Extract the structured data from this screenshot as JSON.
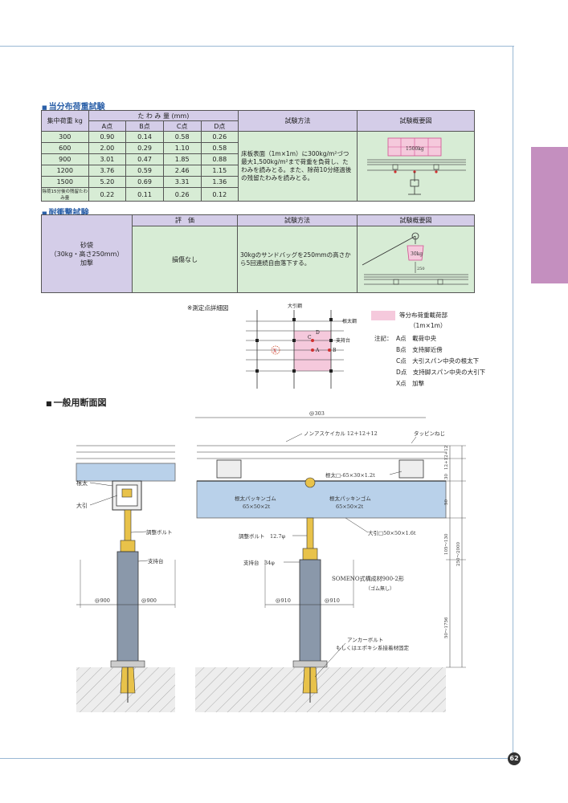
{
  "page_number": "62",
  "load_test": {
    "section_title": "当分布荷重試験",
    "col_load": "集中荷重 kg",
    "col_deflection": "た わ み 量 (mm)",
    "points": [
      "A点",
      "B点",
      "C点",
      "D点"
    ],
    "col_method": "試験方法",
    "col_diagram": "試験概要図",
    "rows": [
      {
        "load": "300",
        "a": "0.90",
        "b": "0.14",
        "c": "0.58",
        "d": "0.26"
      },
      {
        "load": "600",
        "a": "2.00",
        "b": "0.29",
        "c": "1.10",
        "d": "0.58"
      },
      {
        "load": "900",
        "a": "3.01",
        "b": "0.47",
        "c": "1.85",
        "d": "0.88"
      },
      {
        "load": "1200",
        "a": "3.76",
        "b": "0.59",
        "c": "2.46",
        "d": "1.15"
      },
      {
        "load": "1500",
        "a": "5.20",
        "b": "0.69",
        "c": "3.31",
        "d": "1.36"
      },
      {
        "load": "除荷15分後の残留たわみ量",
        "a": "0.22",
        "b": "0.11",
        "c": "0.26",
        "d": "0.12"
      }
    ],
    "method_text": "床板表面（1m×1m）に300kg/m²づつ最大1,500kg/m²まで荷重を負荷し、たわみを読みとる。また、除荷10分経過後の残留たわみを読みとる。",
    "diagram_label": "1500kg"
  },
  "impact_test": {
    "section_title": "耐衝撃試験",
    "col_eval": "評　価",
    "col_method": "試験方法",
    "col_diagram": "試験概要図",
    "condition_line1": "砂袋",
    "condition_line2": "（30kg・高さ250mm）",
    "condition_line3": "加撃",
    "evaluation": "損傷なし",
    "method_text": "30kgのサンドバッグを250mmの高さから5回連続自由落下する。",
    "diagram_label": "30kg",
    "diagram_height": "250"
  },
  "measure_detail": {
    "title": "※測定点詳細図",
    "label_main_beam": "大引鋼",
    "label_joist": "根太鋼",
    "label_support": "支持台",
    "point_a": "A",
    "point_b": "B",
    "point_c": "C",
    "point_d": "D",
    "point_x": "X"
  },
  "legend": {
    "load_area_line1": "等分布荷重載荷部",
    "load_area_line2": "（1m×1m）",
    "notes_label": "注記：",
    "notes": [
      "A点　載荷中央",
      "B点　支持脚近傍",
      "C点　大引スパン中央の根太下",
      "D点　支持脚スパン中央の大引下",
      "X点　加撃"
    ]
  },
  "section_drawing": {
    "title": "一般用断面図",
    "label_joist": "根太",
    "label_main_beam": "大引",
    "label_adjust_bolt": "調整ボルト",
    "label_support": "支持台",
    "dim_900": "@900",
    "dim_910": "@910",
    "dim_303": "@303",
    "label_board": "ノンアスケイカル 12＋12＋12",
    "label_tapping": "タッピンねじ",
    "label_joist_steel": "根太□-65×30×1.2t",
    "label_packing_left": "根太パッキンゴム",
    "label_packing_left_size": "65×50×2t",
    "label_packing_right": "根太パッキンゴム",
    "label_packing_right_size": "65×50×2t",
    "label_main_steel": "大引□50×50×1.6t",
    "label_adjust_bolt2": "調整ボルト　12.7φ",
    "label_support2": "支持台　34φ",
    "product_name": "SOMENO式構成材900-2形",
    "product_sub": "（ゴム無し）",
    "label_anchor": "アンカーボルト",
    "label_anchor_sub": "もしくはエポキシ系接着材固定",
    "dim_v1": "12+12+12",
    "dim_v2": "30",
    "dim_v3": "50",
    "dim_v4": "105～130",
    "dim_v5": "250～2000",
    "dim_v6": "50～1756"
  },
  "colors": {
    "header_bg": "#d4cde8",
    "body_bg": "#d7ecd5",
    "accent_pink": "#f5c9dc",
    "side_tab": "#c48fbf",
    "section_blue": "#2a5fa8"
  }
}
